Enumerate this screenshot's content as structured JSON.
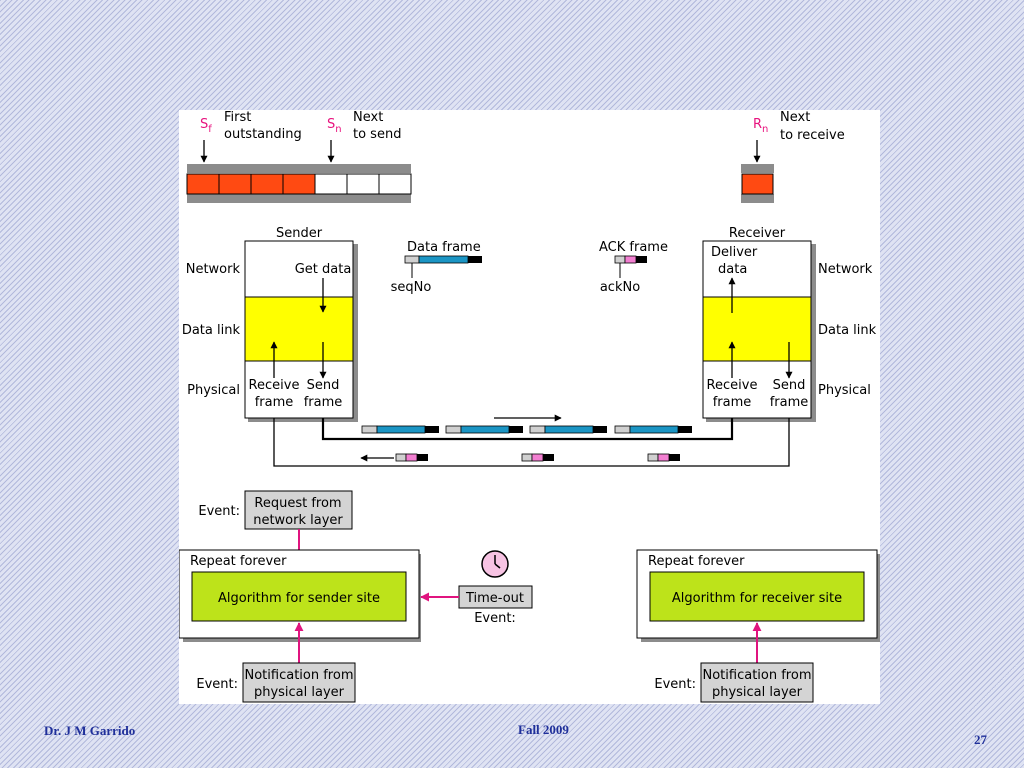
{
  "window": {
    "sf": {
      "main": "S",
      "sub": "f"
    },
    "sn": {
      "main": "S",
      "sub": "n"
    },
    "rn": {
      "main": "R",
      "sub": "n"
    },
    "first_line1": "First",
    "first_line2": "outstanding",
    "next_send_line1": "Next",
    "next_send_line2": "to send",
    "next_recv_line1": "Next",
    "next_recv_line2": "to receive"
  },
  "sender": {
    "title": "Sender",
    "get_data": "Get data",
    "receive_line1": "Receive",
    "receive_line2": "frame",
    "send_line1": "Send",
    "send_line2": "frame"
  },
  "receiver": {
    "title": "Receiver",
    "deliver_line1": "Deliver",
    "deliver_line2": "data",
    "receive_line1": "Receive",
    "receive_line2": "frame",
    "send_line1": "Send",
    "send_line2": "frame"
  },
  "layers": {
    "network": "Network",
    "datalink": "Data link",
    "physical": "Physical"
  },
  "legend": {
    "data_frame": "Data frame",
    "seqno": "seqNo",
    "ack_frame": "ACK frame",
    "ackno": "ackNo"
  },
  "events": {
    "event_label": "Event:",
    "request_line1": "Request from",
    "request_line2": "network layer",
    "notif_line1": "Notification from",
    "notif_line2": "physical layer",
    "timeout": "Time-out",
    "repeat_forever": "Repeat forever",
    "sender_algorithm": "Algorithm for sender site",
    "receiver_algorithm": "Algorithm for receiver site"
  },
  "footer": {
    "author": "Dr. J M Garrido",
    "term": "Fall 2009",
    "page": "27"
  },
  "colors": {
    "outstanding": "#ff4a12",
    "datalink": "#ffff00",
    "algorithm": "#bde31a",
    "data_frame": "#1b95c4",
    "ack_frame": "#f27fd1",
    "accent_arrow": "#e0147f",
    "label_red": "#e8137e",
    "event_box": "#d4d4d4"
  }
}
